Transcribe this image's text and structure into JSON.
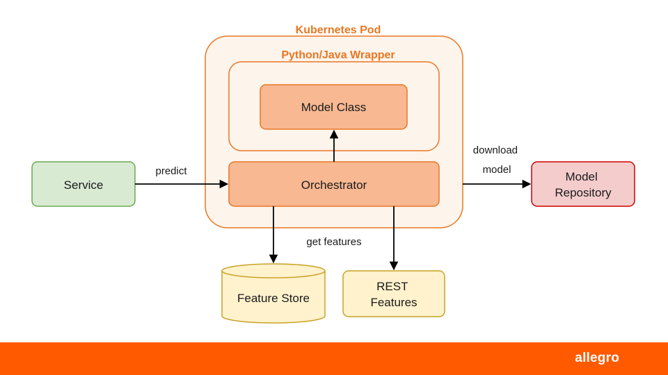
{
  "colors": {
    "accent": "#e87722",
    "container_fill": "#fdf4ec",
    "component_fill": "#f7b892",
    "service_fill": "#d9ead3",
    "service_stroke": "#6aa84f",
    "repo_fill": "#f4cccc",
    "repo_stroke": "#cc0000",
    "storage_fill": "#fff2cc",
    "storage_stroke": "#c9a227",
    "footer": "#ff5a00",
    "arrow": "#000000"
  },
  "diagram": {
    "pod_title": "Kubernetes Pod",
    "wrapper_title": "Python/Java Wrapper",
    "nodes": {
      "model_class": "Model Class",
      "orchestrator": "Orchestrator",
      "service": "Service",
      "model_repository": [
        "Model",
        "Repository"
      ],
      "feature_store": "Feature Store",
      "rest_features": [
        "REST",
        "Features"
      ]
    },
    "edges": {
      "predict": "predict",
      "download_model": [
        "download",
        "model"
      ],
      "get_features": "get features"
    }
  },
  "footer": {
    "brand": "allegro"
  }
}
